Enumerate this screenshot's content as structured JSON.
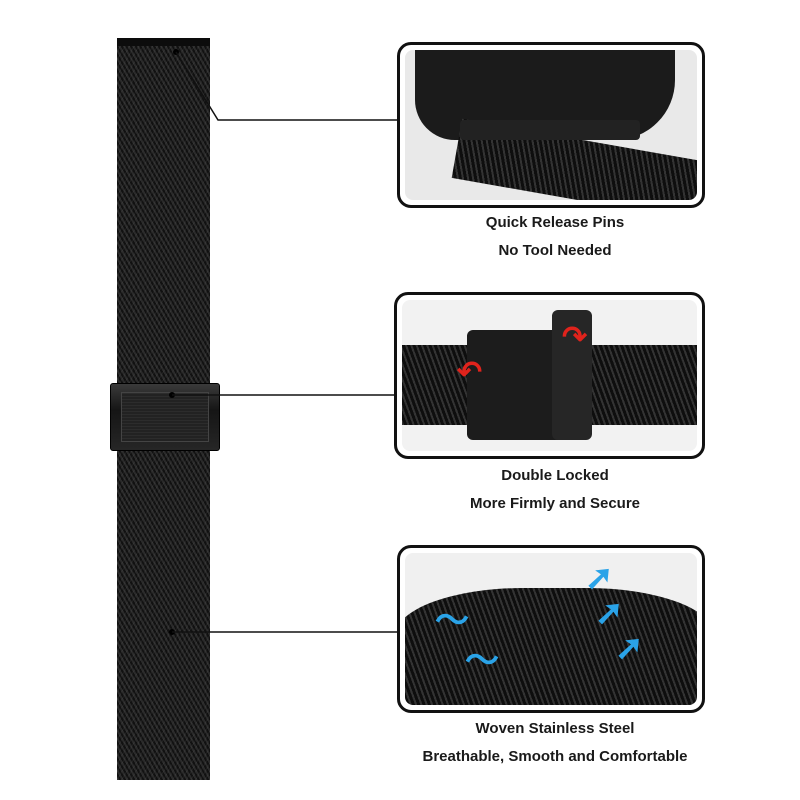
{
  "features": [
    {
      "title": "Quick Release Pins",
      "subtitle": "No Tool Needed"
    },
    {
      "title": "Double Locked",
      "subtitle": "More Firmly and Secure"
    },
    {
      "title": "Woven Stainless Steel",
      "subtitle": "Breathable, Smooth and Comfortable"
    }
  ],
  "colors": {
    "band": "#161616",
    "arrow_red": "#e0231c",
    "arrow_blue": "#2aa3e8",
    "frame": "#111111"
  }
}
